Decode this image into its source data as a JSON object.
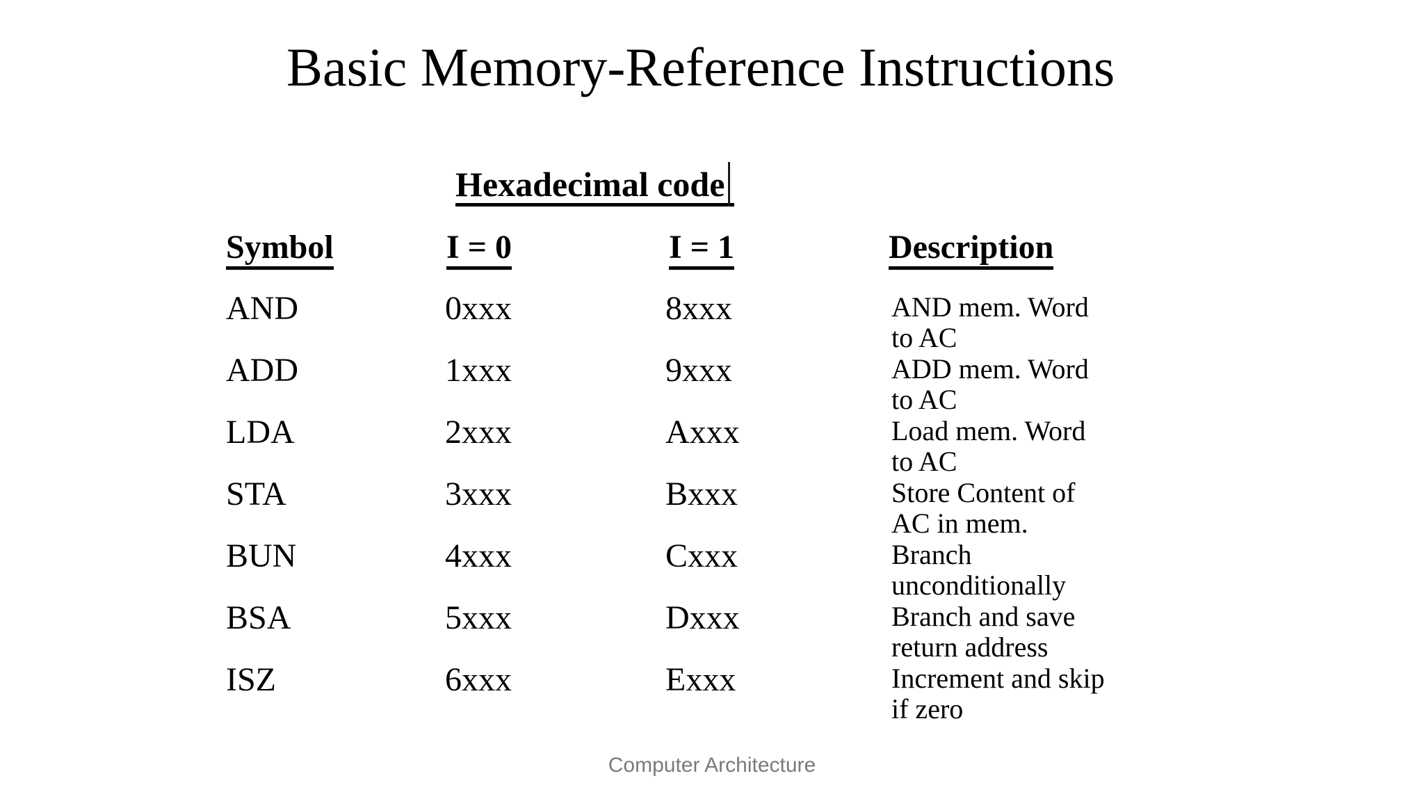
{
  "page": {
    "title": "Basic Memory-Reference Instructions",
    "footer": "Computer Architecture"
  },
  "colors": {
    "background": "#ffffff",
    "text": "#000000",
    "footer_gray": "#7a7a7a"
  },
  "table": {
    "group_header": "Hexadecimal code",
    "columns": [
      "Symbol",
      "I = 0",
      "I = 1",
      "Description"
    ],
    "rows": [
      {
        "symbol": "AND",
        "i0": "0xxx",
        "i1": "8xxx",
        "desc_line1": "AND mem. Word",
        "desc_line2": "to AC"
      },
      {
        "symbol": "ADD",
        "i0": "1xxx",
        "i1": "9xxx",
        "desc_line1": "ADD mem. Word",
        "desc_line2": "to AC"
      },
      {
        "symbol": "LDA",
        "i0": "2xxx",
        "i1": "Axxx",
        "desc_line1": "Load mem. Word",
        "desc_line2": "to AC"
      },
      {
        "symbol": "STA",
        "i0": "3xxx",
        "i1": "Bxxx",
        "desc_line1": "Store Content of",
        "desc_line2": "AC in mem."
      },
      {
        "symbol": "BUN",
        "i0": "4xxx",
        "i1": "Cxxx",
        "desc_line1": "Branch",
        "desc_line2": "unconditionally"
      },
      {
        "symbol": "BSA",
        "i0": "5xxx",
        "i1": "Dxxx",
        "desc_line1": "Branch and save",
        "desc_line2": "return address"
      },
      {
        "symbol": "ISZ",
        "i0": "6xxx",
        "i1": "Exxx",
        "desc_line1": "Increment and skip",
        "desc_line2": "if zero"
      }
    ]
  }
}
